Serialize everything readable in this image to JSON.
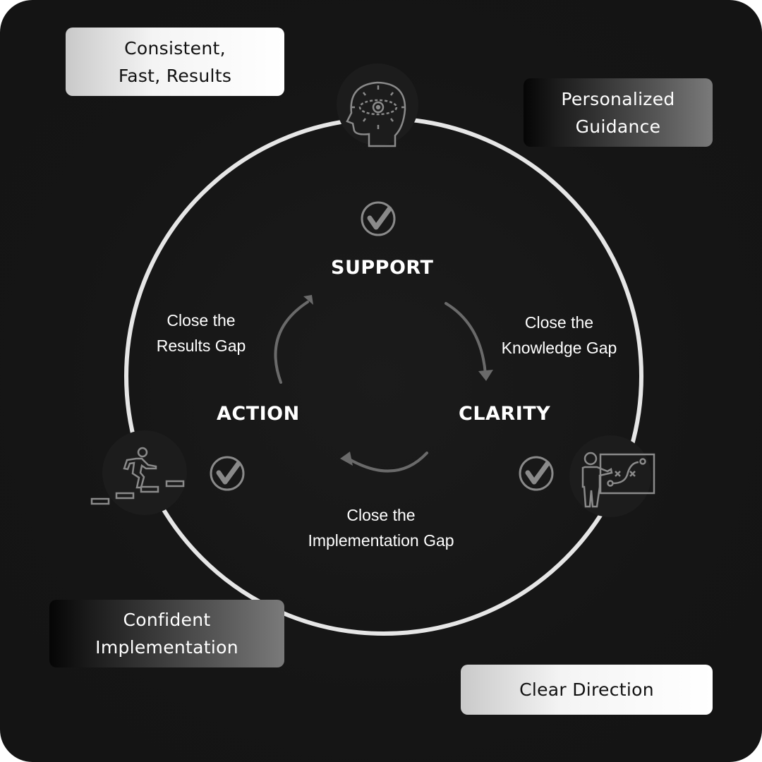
{
  "stages": {
    "support": "SUPPORT",
    "clarity": "CLARITY",
    "action": "ACTION"
  },
  "gaps": {
    "knowledge": [
      "Close the",
      "Knowledge Gap"
    ],
    "implementation": [
      "Close the",
      "Implementation Gap"
    ],
    "results": [
      "Close the",
      "Results Gap"
    ]
  },
  "outcomes": {
    "top_left": [
      "Consistent,",
      "Fast, Results"
    ],
    "top_right": [
      "Personalized",
      "Guidance"
    ],
    "bottom_left": [
      "Confident",
      "Implementation"
    ],
    "bottom_right": "Clear Direction"
  },
  "icons": [
    "head-eye-icon",
    "presenter-strategy-board-icon",
    "climbing-stairs-icon",
    "check-circle-icon"
  ]
}
